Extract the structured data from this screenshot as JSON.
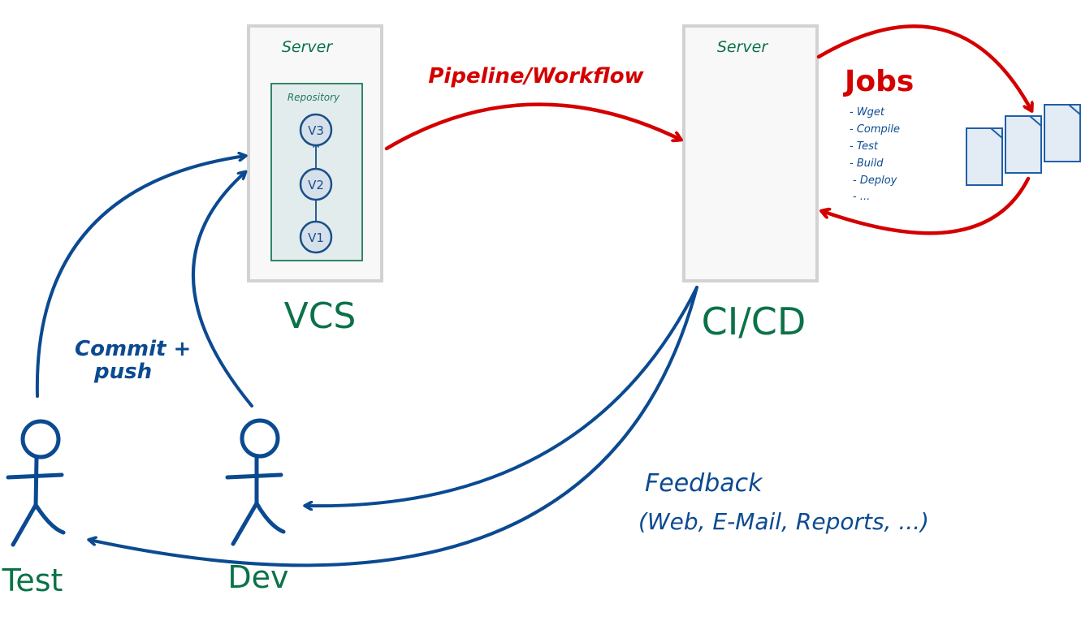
{
  "colors": {
    "server_fill": "#f8f8f8",
    "server_border": "#d2d2d2",
    "repo_fill": "#e3ecec",
    "repo_border": "#1e7a5a",
    "node_fill": "#d6e0ea",
    "accent_green": "#0b7248",
    "accent_blue": "#0b4a91",
    "accent_red": "#d40000",
    "doc_fill": "#e3ebf5",
    "doc_border": "#1f5fa8"
  },
  "vcs": {
    "server_label": "Server",
    "repository_label": "Repository",
    "versions": [
      "V3",
      "V2",
      "V1"
    ],
    "caption": "VCS"
  },
  "ci": {
    "server_label": "Server",
    "caption": "CI/CD"
  },
  "pipeline_label": "Pipeline/Workflow",
  "jobs": {
    "title": "Jobs",
    "items": [
      "- Wget",
      "- Compile",
      "- Test",
      "- Build",
      "- Deploy",
      "- ..."
    ]
  },
  "artifacts": {
    "count": 3,
    "icon": "document-icon"
  },
  "commit_label": [
    "Commit +",
    "push"
  ],
  "actors": [
    {
      "name": "Test",
      "icon": "stick-figure-icon"
    },
    {
      "name": "Dev",
      "icon": "stick-figure-icon"
    }
  ],
  "feedback": {
    "title": "Feedback",
    "details": "(Web, E-Mail, Reports, ...)"
  }
}
